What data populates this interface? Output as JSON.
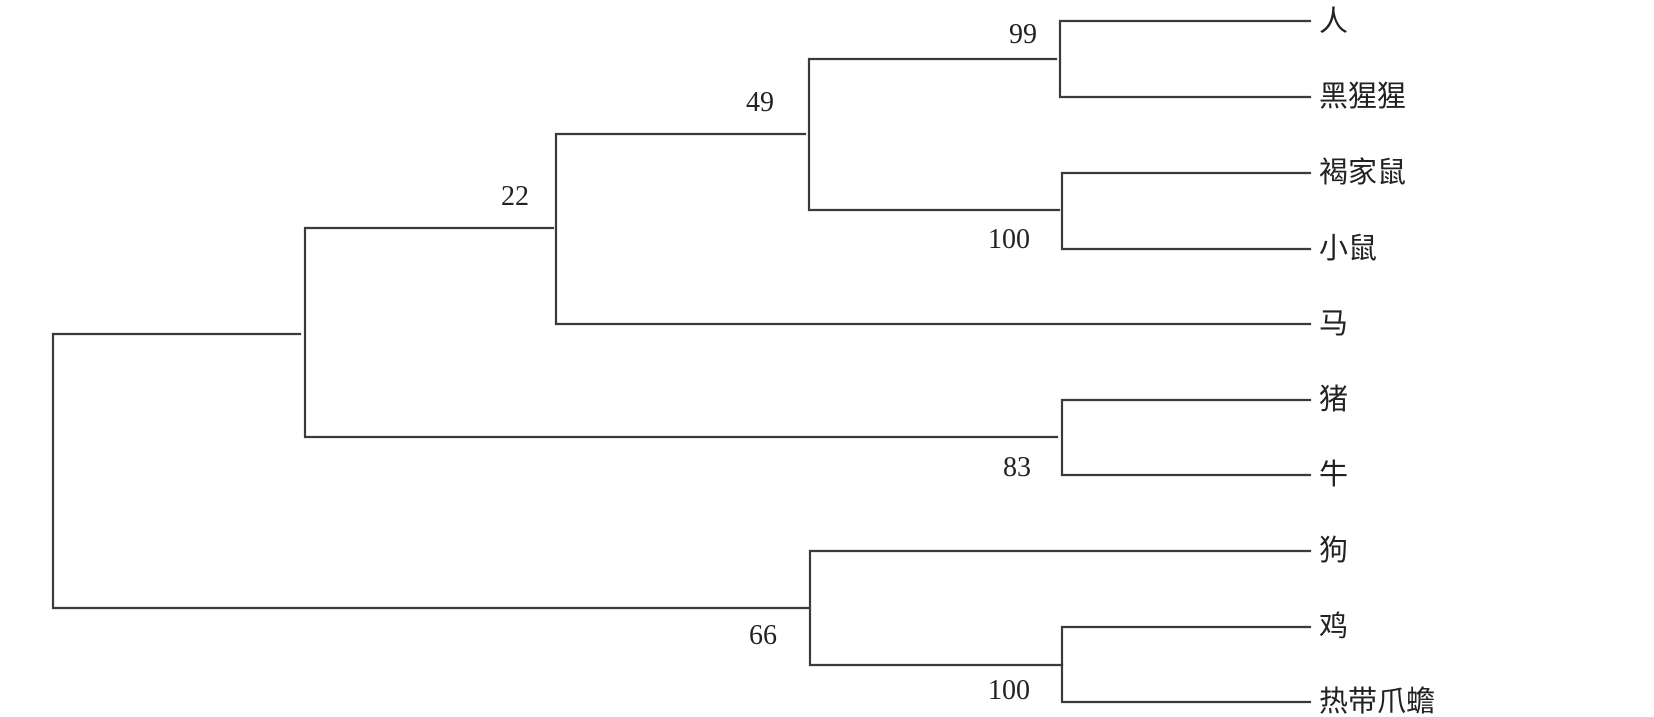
{
  "taxa": {
    "human": "人",
    "chimpanzee": "黑猩猩",
    "rat": "褐家鼠",
    "mouse": "小鼠",
    "horse": "马",
    "pig": "猪",
    "cow": "牛",
    "dog": "狗",
    "chicken": "鸡",
    "frog": "热带爪蟾"
  },
  "support": {
    "human_chimp": "99",
    "rodents": "100",
    "primates_rodents": "49",
    "with_horse": "22",
    "pig_cow": "83",
    "chicken_frog": "100",
    "dog_group": "66"
  },
  "colors": {
    "branch": "#3a3a3a",
    "text": "#222222",
    "background": "#ffffff"
  }
}
